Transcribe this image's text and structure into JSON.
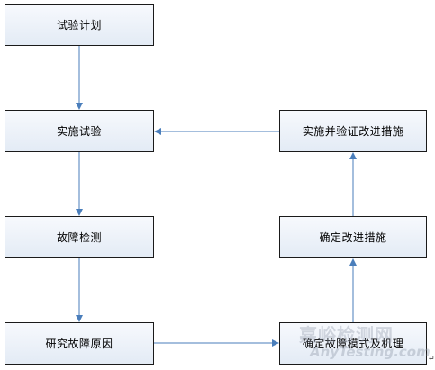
{
  "nodes": {
    "test_plan": "试验计划",
    "implement_test": "实施试验",
    "fault_detection": "故障检测",
    "study_fault_cause": "研究故障原因",
    "determine_mode": "确定故障模式及机理",
    "determine_measures": "确定改进措施",
    "verify_measures": "实施并验证改进措施"
  },
  "edges": [
    {
      "from": "test_plan",
      "to": "implement_test"
    },
    {
      "from": "implement_test",
      "to": "fault_detection"
    },
    {
      "from": "fault_detection",
      "to": "study_fault_cause"
    },
    {
      "from": "study_fault_cause",
      "to": "determine_mode"
    },
    {
      "from": "determine_mode",
      "to": "determine_measures"
    },
    {
      "from": "determine_measures",
      "to": "verify_measures"
    },
    {
      "from": "verify_measures",
      "to": "implement_test"
    }
  ],
  "watermark": {
    "cn": "嘉峪检测网",
    "en": "AnyTesting.com"
  },
  "colors": {
    "edge": "#4a7ebb",
    "node_border": "#1a1a1a",
    "node_fill_top": "#f7f9fd",
    "node_fill_bottom": "#e3ebf5"
  }
}
